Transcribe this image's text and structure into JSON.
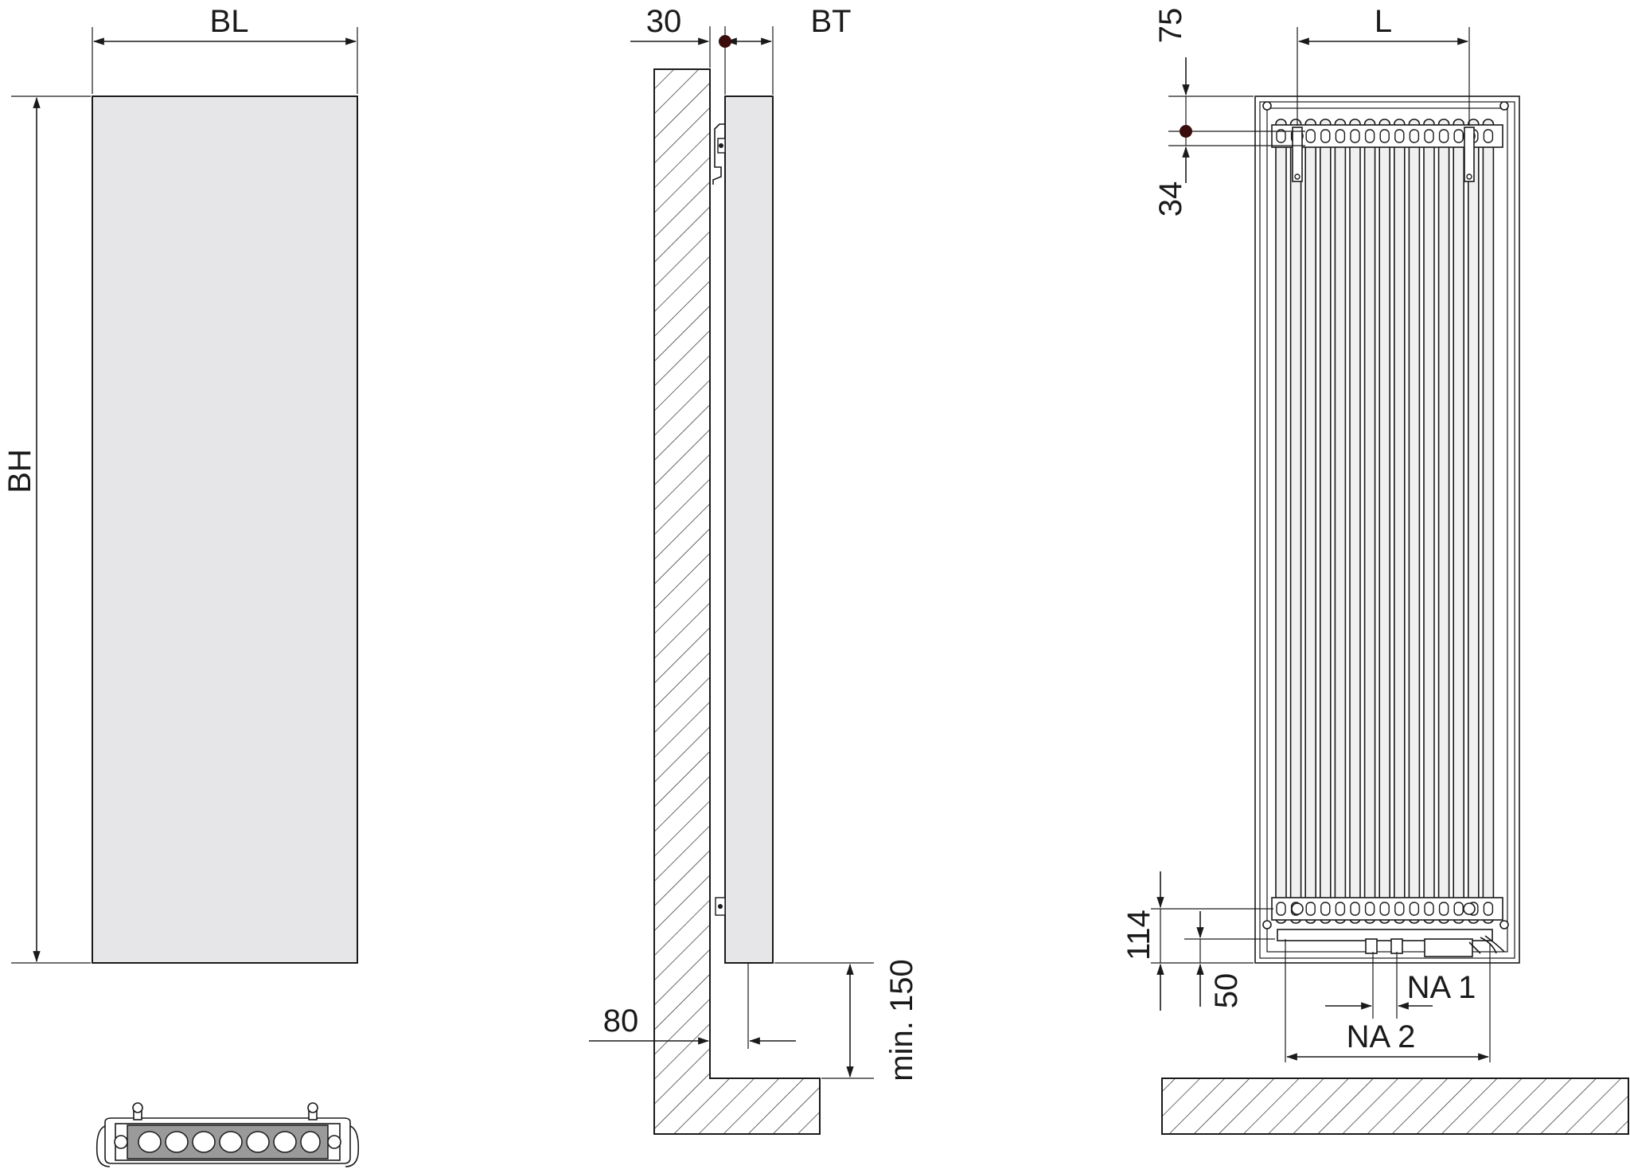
{
  "front_view": {
    "width_label": "BL",
    "height_label": "BH"
  },
  "side_view": {
    "wall_gap_label": "30",
    "depth_label": "BT",
    "floor_offset_label": "80",
    "min_floor_clearance_label": "min. 150"
  },
  "back_view": {
    "top_offset_label": "75",
    "bracket_offset_label": "34",
    "bracket_spacing_label": "L",
    "bottom_bracket_label": "114",
    "bottom_offset_label": "50",
    "connection_1_label": "NA 1",
    "connection_2_label": "NA 2"
  },
  "colors": {
    "panel_fill": "#e6e6e8",
    "line": "#1a1a1a",
    "marker_dot": "#3a0c0c"
  }
}
